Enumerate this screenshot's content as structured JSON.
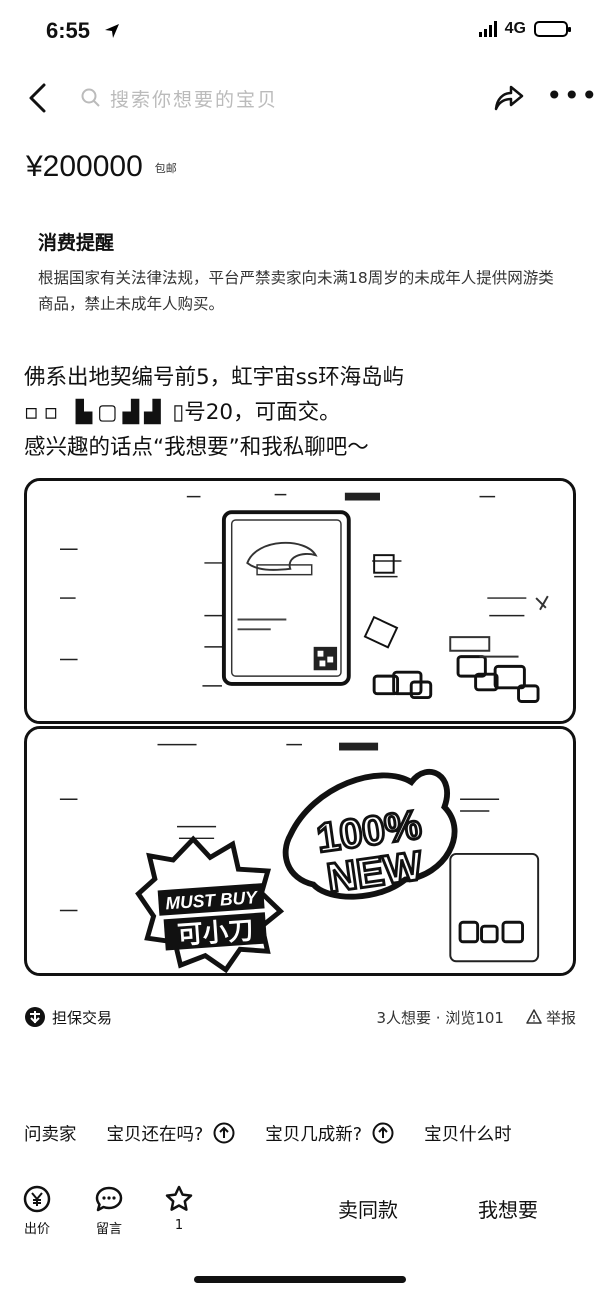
{
  "status_bar": {
    "time": "6:55",
    "network": "4G"
  },
  "nav": {
    "search_placeholder": "搜索你想要的宝贝"
  },
  "price": {
    "value": "¥200000",
    "shipping_tag": "包邮"
  },
  "notice": {
    "title": "消费提醒",
    "body": "根据国家有关法律法规，平台严禁卖家向未满18周岁的未成年人提供网游类商品，禁止未成年人购买。"
  },
  "description": {
    "line1": "佛系出地契编号前5，虹宇宙ss环海岛屿",
    "line2_masked": "▫▫ ▙▢▟▟",
    "line2_text": "▯号20，可面交。",
    "line3": "感兴趣的话点“我想要”和我私聊吧～"
  },
  "photo2": {
    "badge_top": "MUST BUY",
    "badge_bottom": "可小刀",
    "sticker_line1": "100%",
    "sticker_line2": "NEW"
  },
  "trust": {
    "label": "担保交易",
    "stats": "3人想要 · 浏览101",
    "report_label": "举报"
  },
  "ask": {
    "label": "问卖家",
    "chips": [
      "宝贝还在吗?",
      "宝贝几成新?",
      "宝贝什么时"
    ]
  },
  "bottom_bar": {
    "offer_label": "出价",
    "message_label": "留言",
    "favorite_count": "1",
    "sell_similar_label": "卖同款",
    "want_label": "我想要"
  }
}
